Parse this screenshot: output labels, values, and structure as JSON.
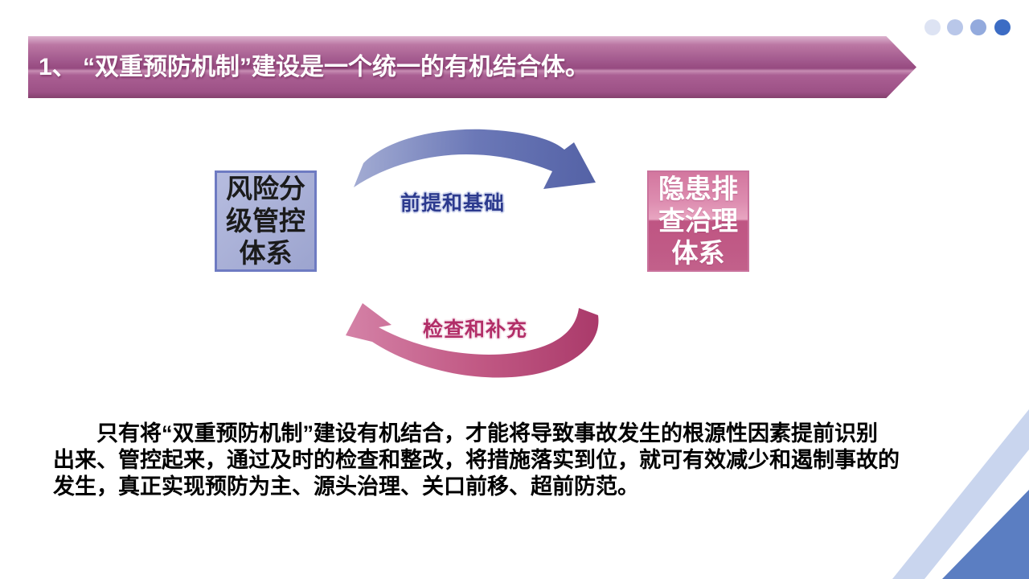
{
  "title_banner": {
    "text": "1、 “双重预防机制”建设是一个统一的有机结合体。",
    "background_accent": "#9c5086"
  },
  "decor_dots": {
    "count": 4,
    "colors": [
      "#dde3f3",
      "#b9c7e9",
      "#93aadd",
      "#3c6cc4"
    ]
  },
  "diagram": {
    "left_box": {
      "lines": [
        "风险分",
        "级管控",
        "体系"
      ],
      "fill": "#a9b1d7",
      "border": "#6e7bc2",
      "text_color": "#1b1b1b"
    },
    "right_box": {
      "lines": [
        "隐患排",
        "查治理",
        "体系"
      ],
      "fill": "#c95f8b",
      "border": "#c9729c",
      "text_color": "#ffffff"
    },
    "top_arrow": {
      "label": "前提和基础",
      "color": "#6673b3",
      "direction": "left-box to right-box (clockwise upper arc)"
    },
    "bottom_arrow": {
      "label": "检查和补充",
      "color": "#bb4a77",
      "direction": "right-box to left-box (clockwise lower arc)"
    }
  },
  "body": {
    "lines": [
      "只有将“双重预防机制”建设有机结合，才能将导致事故发生的根源性因素提前识别",
      "出来、管控起来，通过及时的检查和整改，将措施落实到位，就可有效减少和遏制事故的",
      "发生，真正实现预防为主、源头治理、关口前移、超前防范。"
    ]
  },
  "corner_decoration": {
    "stripe_color": "#c9d5ee",
    "triangle_color": "#5b7ec2"
  }
}
